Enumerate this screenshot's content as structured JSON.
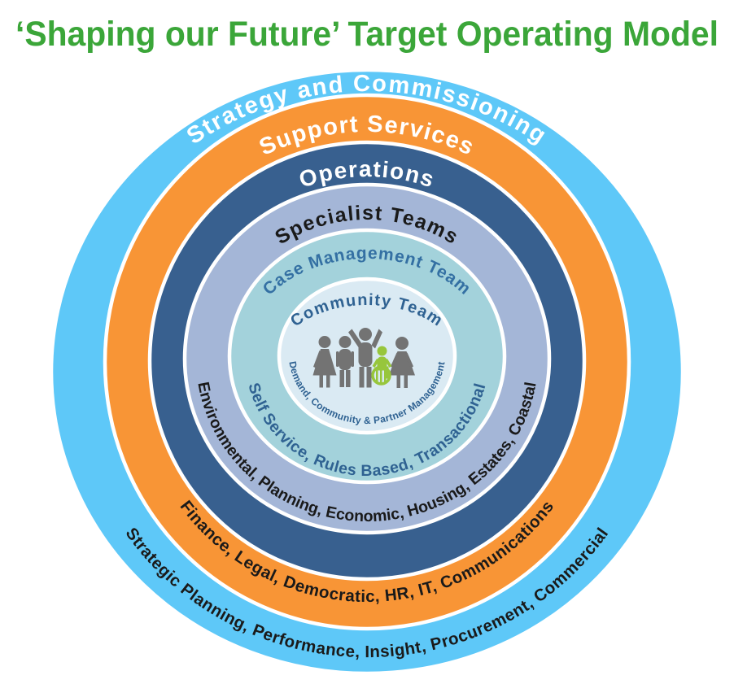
{
  "title": {
    "text": "‘Shaping our Future’ Target Operating Model",
    "color": "#3BA639"
  },
  "rings": [
    {
      "name": "strategy-and-commissioning",
      "fill": "#5EC8F8",
      "label": {
        "text": "Strategy and Commissioning",
        "color": "#FFFFFF"
      },
      "sublabel": {
        "text": "Strategic Planning, Performance, Insight, Procurement, Commercial",
        "color": "#1A1A1A"
      }
    },
    {
      "name": "support-services",
      "fill": "#F89536",
      "label": {
        "text": "Support Services",
        "color": "#FFFFFF"
      },
      "sublabel": {
        "text": "Finance, Legal, Democratic, HR, IT, Communications",
        "color": "#1A1A1A"
      }
    },
    {
      "name": "operations",
      "fill": "#38608F",
      "label": {
        "text": "Operations",
        "color": "#FFFFFF"
      }
    },
    {
      "name": "specialist-teams",
      "fill": "#A4B6D7",
      "label": {
        "text": "Specialist Teams",
        "color": "#1A1A1A"
      },
      "sublabel": {
        "text": "Environmental, Planning, Economic, Housing, Estates, Coastal",
        "color": "#1A1A1A"
      }
    },
    {
      "name": "case-management-team",
      "fill": "#A3D2DB",
      "label": {
        "text": "Case Management Team",
        "color": "#3470A3"
      },
      "sublabel": {
        "text": "Self Service, Rules Based, Transactional",
        "color": "#2F6292"
      }
    },
    {
      "name": "community-team",
      "fill": "#DAEAF3",
      "label": {
        "text": "Community Team",
        "color": "#2F6292"
      },
      "sublabel": {
        "text": "Demand, Community & Partner Management",
        "color": "#2F6292"
      }
    }
  ],
  "center_icon": {
    "name": "community-people-icon",
    "person_color": "#737373",
    "wheelchair_person_color": "#97C63C"
  }
}
